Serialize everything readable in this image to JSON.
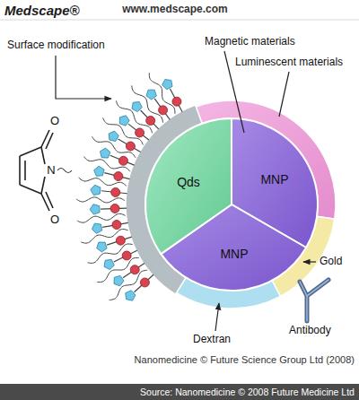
{
  "diagram": {
    "nodes": [
      {
        "text": [
          "Qds"
        ]
      },
      {
        "text": [
          "MNP"
        ]
      },
      {
        "text": [
          "MNP"
        ]
      }
    ],
    "labels": [
      "Medscape®",
      "www.medscape.com",
      "Surface modification",
      "O",
      "N",
      "O",
      "Magnetic materials",
      "Luminescent materials",
      "Gold",
      "Dextran",
      "Antibody",
      "Nanomedicine © Future Science Group Ltd (2008)",
      "Source: Nanomedicine © 2008 Future Medicine Ltd"
    ]
  }
}
